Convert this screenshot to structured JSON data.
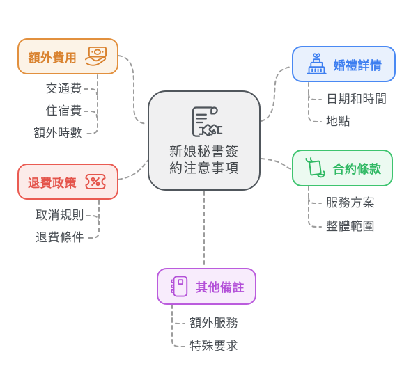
{
  "center": {
    "title_line1": "新娘秘書簽",
    "title_line2": "約注意事項",
    "icon": "contract-handshake-icon"
  },
  "branches": [
    {
      "id": "extra-fees",
      "label": "額外費用",
      "icon": "money-in-hand-icon",
      "color": "#e2903e",
      "children": [
        "交通費",
        "住宿費",
        "額外時數"
      ]
    },
    {
      "id": "refund-policy",
      "label": "退費政策",
      "icon": "ticket-percent-icon",
      "color": "#ea5b52",
      "children": [
        "取消規則",
        "退費條件"
      ]
    },
    {
      "id": "wedding-details",
      "label": "婚禮詳情",
      "icon": "wedding-cake-icon",
      "color": "#4a89f3",
      "children": [
        "日期和時間",
        "地點"
      ]
    },
    {
      "id": "contract-terms",
      "label": "合約條款",
      "icon": "document-in-hand-icon",
      "color": "#3ec46f",
      "children": [
        "服務方案",
        "整體範圍"
      ]
    },
    {
      "id": "other-notes",
      "label": "其他備註",
      "icon": "notebook-icon",
      "color": "#bb5cdd",
      "children": [
        "額外服務",
        "特殊要求"
      ]
    }
  ],
  "colors": {
    "connector": "#9c9c9c",
    "center_border": "#50565c",
    "center_background": "#f0f0f1",
    "child_text": "#474c52"
  }
}
